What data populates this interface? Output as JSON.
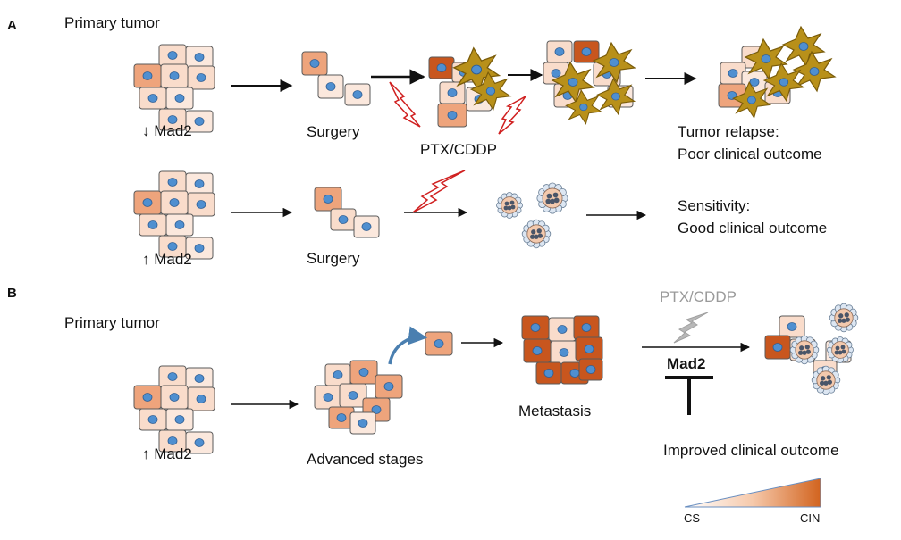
{
  "colors": {
    "light_cell": "#f9dccb",
    "pale_cell": "#fbe8dd",
    "mid_cell": "#eea47c",
    "dark_cell": "#c8561e",
    "nucleus": "#4f8fd0",
    "fibroblast": "#b8901a",
    "bolt_red": "#d02020",
    "bolt_grey": "#b4b4b4",
    "curved_arrow": "#4a7fb0"
  },
  "panel_a": {
    "letter": "A",
    "primary_tumor": "Primary tumor",
    "low_mad2": "↓ Mad2",
    "high_mad2": "↑ Mad2",
    "surgery_top": "Surgery",
    "surgery_bottom": "Surgery",
    "drug": "PTX/CDDP",
    "relapse_line1": "Tumor relapse:",
    "relapse_line2": "Poor clinical outcome",
    "sensitivity_line1": "Sensitivity:",
    "sensitivity_line2": "Good clinical outcome"
  },
  "panel_b": {
    "letter": "B",
    "primary_tumor": "Primary tumor",
    "high_mad2": "↑ Mad2",
    "advanced": "Advanced  stages",
    "metastasis": "Metastasis",
    "drug": "PTX/CDDP",
    "mad2": "Mad2",
    "outcome": "Improved clinical outcome",
    "scale_left": "CS",
    "scale_right": "CIN"
  }
}
